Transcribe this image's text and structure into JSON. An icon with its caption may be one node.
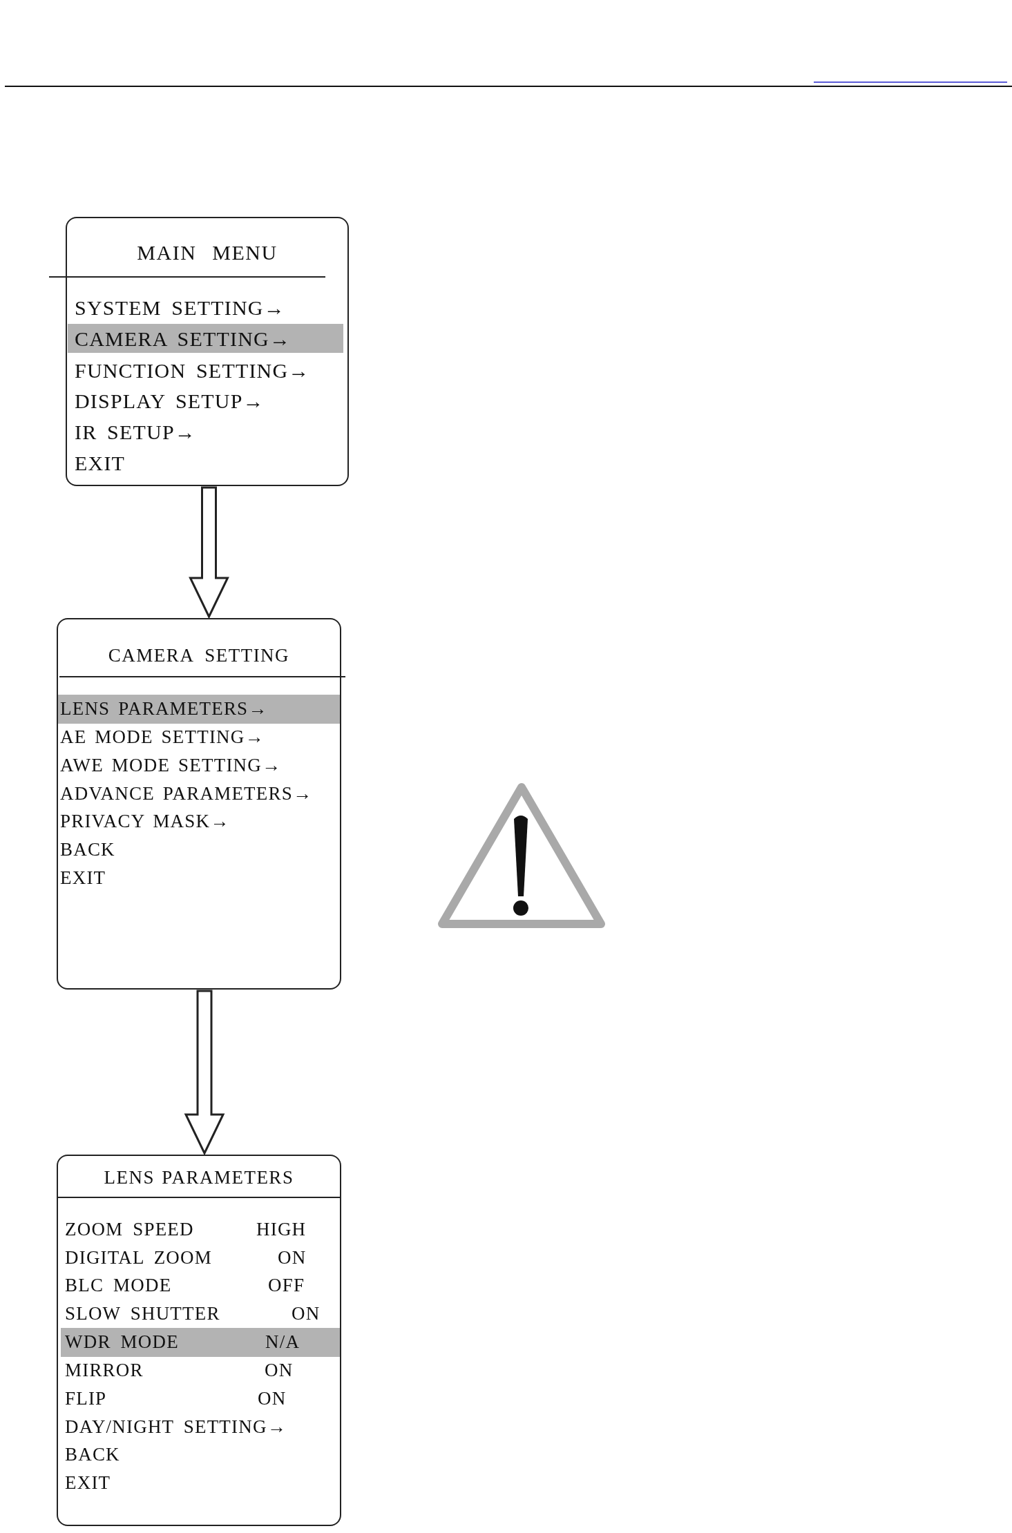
{
  "diagram": {
    "nodes": [
      {
        "text": [
          "MAIN MENU",
          "SYSTEM SETTING→",
          "CAMERA SETTING→",
          "FUNCTION SETTING→",
          "DISPLAY SETUP→",
          "IR SETUP→",
          "EXIT"
        ]
      },
      {
        "text": [
          "CAMERA SETTING",
          "LENS PARAMETERS→",
          "AE MODE SETTING→",
          "AWE MODE SETTING→",
          "ADVANCE PARAMETERS→",
          "PRIVACY MASK→",
          "BACK",
          "EXIT"
        ]
      },
      {
        "text": [
          "LENS PARAMETERS",
          "ZOOM SPEED",
          "HIGH",
          "DIGITAL ZOOM",
          "ON",
          "BLC MODE",
          "OFF",
          "SLOW SHUTTER",
          "ON",
          "WDR MODE",
          "N/A",
          "MIRROR",
          "ON",
          "FLIP",
          "ON",
          "DAY/NIGHT SETTING→",
          "BACK",
          "EXIT"
        ]
      }
    ],
    "edges": [
      {
        "from": 0,
        "to": 1,
        "arrow": "to"
      },
      {
        "from": 1,
        "to": 2,
        "arrow": "to"
      }
    ]
  }
}
